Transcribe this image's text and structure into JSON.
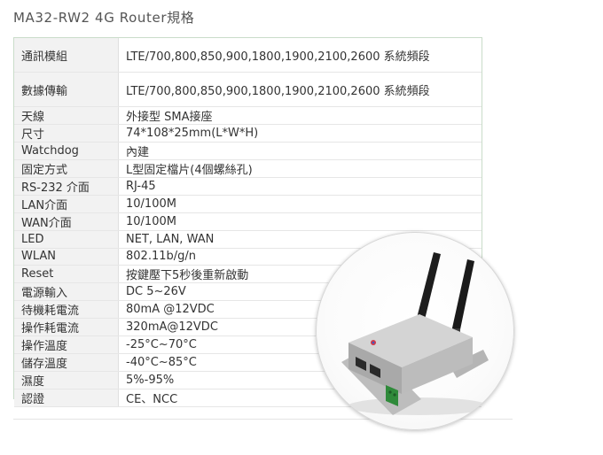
{
  "title": "MA32-RW2 4G Router規格",
  "specs": [
    {
      "label": "通訊模組",
      "value": "LTE/700,800,850,900,1800,1900,2100,2600 系統頻段"
    },
    {
      "label": "數據傳輸",
      "value": "LTE/700,800,850,900,1800,1900,2100,2600 系統頻段"
    },
    {
      "label": "天線",
      "value": "外接型  SMA接座"
    },
    {
      "label": "尺寸",
      "value": "74*108*25mm(L*W*H)"
    },
    {
      "label": "Watchdog",
      "value": "內建"
    },
    {
      "label": "固定方式",
      "value": "L型固定檔片(4個螺絲孔)"
    },
    {
      "label": "RS-232  介面",
      "value": "RJ-45"
    },
    {
      "label": "LAN介面",
      "value": "10/100M"
    },
    {
      "label": "WAN介面",
      "value": "10/100M"
    },
    {
      "label": "LED",
      "value": "NET, LAN, WAN"
    },
    {
      "label": "WLAN",
      "value": "802.11b/g/n"
    },
    {
      "label": "Reset",
      "value": "按鍵壓下5秒後重新啟動"
    },
    {
      "label": "電源輸入",
      "value": "DC 5~26V"
    },
    {
      "label": "待機耗電流",
      "value": "80mA @12VDC"
    },
    {
      "label": "操作耗電流",
      "value": "320mA@12VDC"
    },
    {
      "label": "操作溫度",
      "value": "-25°C~70°C"
    },
    {
      "label": "儲存溫度",
      "value": "-40°C~85°C"
    },
    {
      "label": "濕度",
      "value": "5%-95%"
    },
    {
      "label": "認證",
      "value": "CE、NCC"
    }
  ],
  "colors": {
    "label_bg": "#f2f2f2",
    "box_border": "#c9dcc9",
    "device_body": "#c9c9c9",
    "terminal_block": "#2f8a3a"
  }
}
